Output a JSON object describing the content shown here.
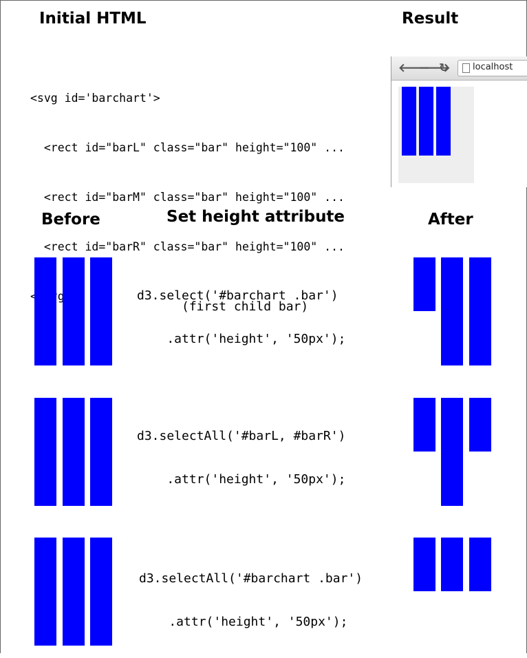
{
  "headings": {
    "initial_html": "Initial HTML",
    "result": "Result",
    "before": "Before",
    "set_height": "Set height attribute",
    "after": "After"
  },
  "initial_code": [
    "<svg id='barchart'>",
    "  <rect id=\"barL\" class=\"bar\" height=\"100\" ...",
    "  <rect id=\"barM\" class=\"bar\" height=\"100\" ...",
    "  <rect id=\"barR\" class=\"bar\" height=\"100\" ...",
    "</svg>"
  ],
  "browser": {
    "url": "localhost",
    "back_icon": "back-arrow-icon",
    "forward_icon": "forward-arrow-icon",
    "reload_icon": "reload-icon",
    "page_icon": "page-icon"
  },
  "rows": [
    {
      "code": [
        "d3.select('#barchart .bar')",
        "    .attr('height', '50px');"
      ],
      "note": "(first child bar)",
      "before_heights": [
        100,
        100,
        100
      ],
      "after_heights": [
        50,
        100,
        100
      ]
    },
    {
      "code": [
        "d3.selectAll('#barL, #barR')",
        "    .attr('height', '50px');"
      ],
      "note": "",
      "before_heights": [
        100,
        100,
        100
      ],
      "after_heights": [
        50,
        100,
        50
      ]
    },
    {
      "code": [
        "d3.selectAll('#barchart .bar')",
        "    .attr('height', '50px');"
      ],
      "note": "",
      "before_heights": [
        100,
        100,
        100
      ],
      "after_heights": [
        50,
        50,
        50
      ]
    }
  ],
  "bar_color": "#0000ff"
}
